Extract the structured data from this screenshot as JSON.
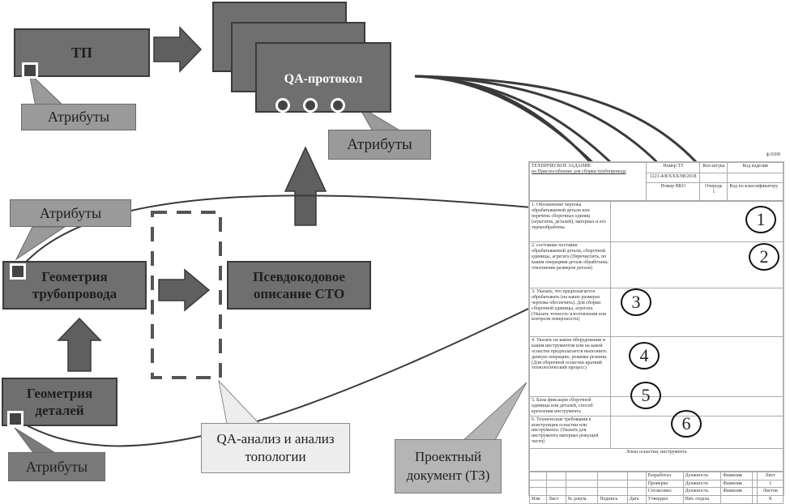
{
  "diagram": {
    "nodes": {
      "tp": {
        "label": "ТП"
      },
      "qa_protocol": {
        "label": "QA-протокол"
      },
      "pipeline_geometry": {
        "label": "Геометрия трубопровода"
      },
      "pseudocode": {
        "label": "Псевдокодовое описание СТО"
      },
      "parts_geometry": {
        "label": "Геометрия деталей"
      }
    },
    "callouts": {
      "tp_attributes": "Атрибуты",
      "qa_attributes": "Атрибуты",
      "pipeline_attributes": "Атрибуты",
      "parts_attributes": "Атрибуты",
      "qa_analysis": "QA-анализ и анализ топологии",
      "project_document": "Проектный документ (ТЗ)"
    },
    "colors": {
      "node_fill": "#6f6f6f",
      "arrow_fill": "#5f5f5f",
      "line": "#3a3a3a",
      "callout_fill": "#9a9a9a",
      "callout_light": "#ededed"
    }
  },
  "document": {
    "form_code": "ф.0208",
    "header": {
      "title": "ТЕХНИЧЕСКОЕ ЗАДАНИЕ",
      "subtitle": "на Приспособление для сборки трубопровода",
      "tz_number_label": "Номер ТЗ",
      "tz_number_value": "1221-4/8/ХХХ/08/2018",
      "quantity_label": "Кол-штука",
      "product_code_label": "Код изделия",
      "vko_label": "Номер ВКО",
      "queue_label": "Очередь",
      "queue_value": "1",
      "classifier_label": "Код по классификатору"
    },
    "sections": [
      {
        "num": "1",
        "text": "1. Обозначение чертежа обрабатываемой детали или перечень сборочных единиц (агрегатов, деталей), материал и его термообработка"
      },
      {
        "num": "2",
        "text": "2. состояние поставки обрабатываемой детали, сборочной единицы, агрегата (Перечислить, по каким операциям деталь обработана; отклонение размеров детали)"
      },
      {
        "num": "3",
        "text": "3. Указать, что предполагается обрабатывать (на каких размерах чертежа обеспечить). Для сборки сборочной единицы, агрегата. (Указать точность изготовления или контроля поверхности)"
      },
      {
        "num": "4",
        "text": "4. Указать на каком оборудовании и каким инструментом или на какой оснастке предполагается выполнить данную операцию, режимы резания. (Для сборочной оснастки краткий технологический процесс)"
      },
      {
        "num": "5",
        "text": "5. Базы фиксации сборочной единицы или деталей, способ крепления инструмента"
      },
      {
        "num": "6",
        "text": "6. Технические требования к конструкции оснастки или инструмента. (Указать для инструмента материал режущей части)"
      }
    ],
    "sketch_label": "Эскиз оснастки, инструмента",
    "signature_block": {
      "rows": [
        {
          "role": "Разработал",
          "position": "Должность",
          "name": "Фамилия"
        },
        {
          "role": "Проверил",
          "position": "Должность",
          "name": "Фамилия"
        },
        {
          "role": "Согласовал",
          "position": "Должность",
          "name": "Фамилия"
        },
        {
          "role": "Утвердил",
          "position": "Нач. отдела",
          "name": ""
        }
      ],
      "sheet_label": "Лист",
      "sheet_value": "1",
      "sheets_label": "Листов",
      "sheets_value": "Х",
      "footer_cols": [
        "Изм",
        "Лист",
        "№ докум.",
        "Подпись",
        "Дата"
      ]
    }
  }
}
